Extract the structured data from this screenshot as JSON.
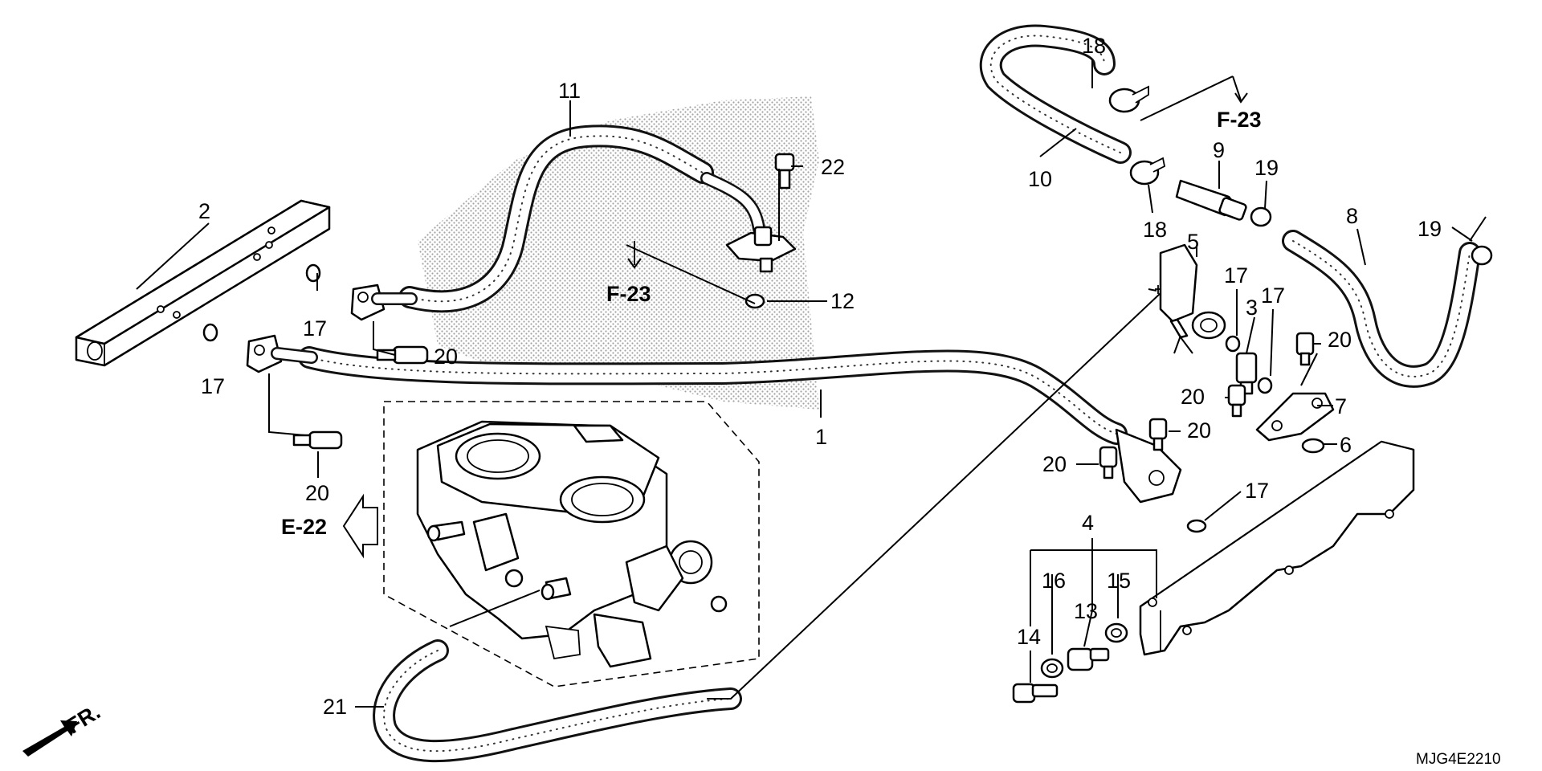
{
  "diagram": {
    "callouts": [
      "1",
      "2",
      "3",
      "4",
      "5",
      "6",
      "7",
      "8",
      "9",
      "10",
      "11",
      "12",
      "13",
      "14",
      "15",
      "16",
      "17",
      "17",
      "17",
      "17",
      "17",
      "18",
      "18",
      "19",
      "19",
      "20",
      "20",
      "20",
      "20",
      "20",
      "20",
      "21",
      "22"
    ],
    "references": {
      "f23_upper": "F-23",
      "f23_mid": "F-23",
      "e22": "E-22"
    },
    "front_indicator": "FR.",
    "diagram_code": "MJG4E2210"
  }
}
